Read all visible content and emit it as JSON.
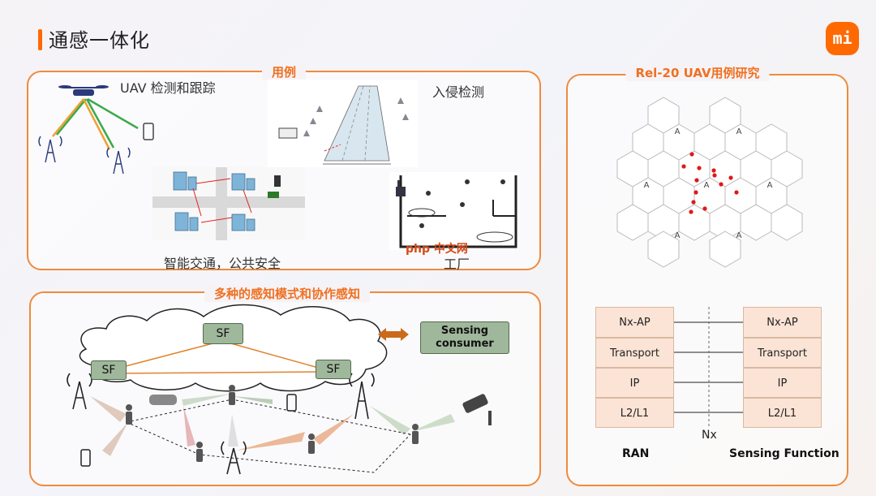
{
  "slide": {
    "title": "通感一体化",
    "logo_text": "mi",
    "accent_color": "#ff6900"
  },
  "use_cases": {
    "section_label": "用例",
    "uav_label": "UAV 检测和跟踪",
    "intrusion_label": "入侵检测",
    "traffic_label": "智能交通，公共安全",
    "factory_label": "工厂",
    "watermark": "php 中文网"
  },
  "collab": {
    "section_label": "多种的感知模式和协作感知",
    "sf_labels": [
      "SF",
      "SF",
      "SF"
    ],
    "consumer_label_line1": "Sensing",
    "consumer_label_line2": "consumer"
  },
  "rel20": {
    "section_label": "Rel-20 UAV用例研究",
    "left_stack": [
      "Nx-AP",
      "Transport",
      "IP",
      "L2/L1"
    ],
    "right_stack": [
      "Nx-AP",
      "Transport",
      "IP",
      "L2/L1"
    ],
    "left_caption": "RAN",
    "right_caption": "Sensing Function",
    "interface_label": "Nx"
  }
}
